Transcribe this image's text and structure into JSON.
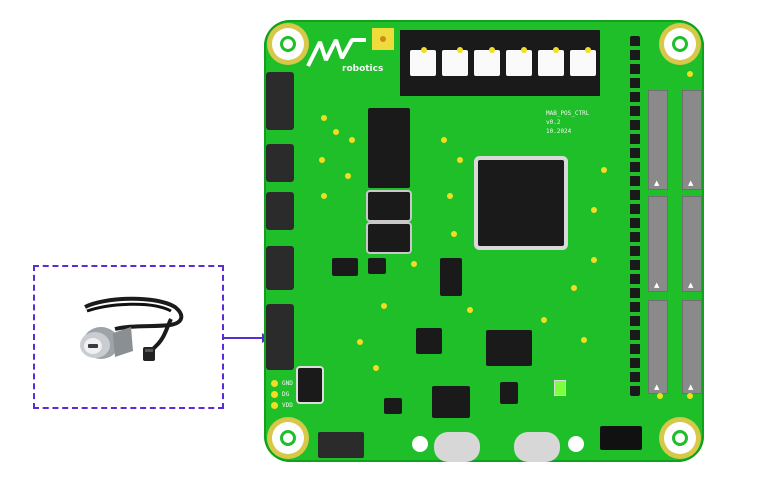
{
  "board": {
    "brand_text": "robotics",
    "label_lines": [
      "MAB_POS_CTRL",
      "v0.2",
      "10.2024"
    ],
    "pin_labels": [
      "GND",
      "DG",
      "VDD"
    ],
    "mcu_marking": "",
    "colors": {
      "pcb": "#1fbf2a",
      "silkscreen": "#f1f6f1",
      "pad": "#f3dd22",
      "inset_border": "#5b2bd8"
    }
  },
  "inset": {
    "product": "cable-with-usb-panel-connector"
  }
}
